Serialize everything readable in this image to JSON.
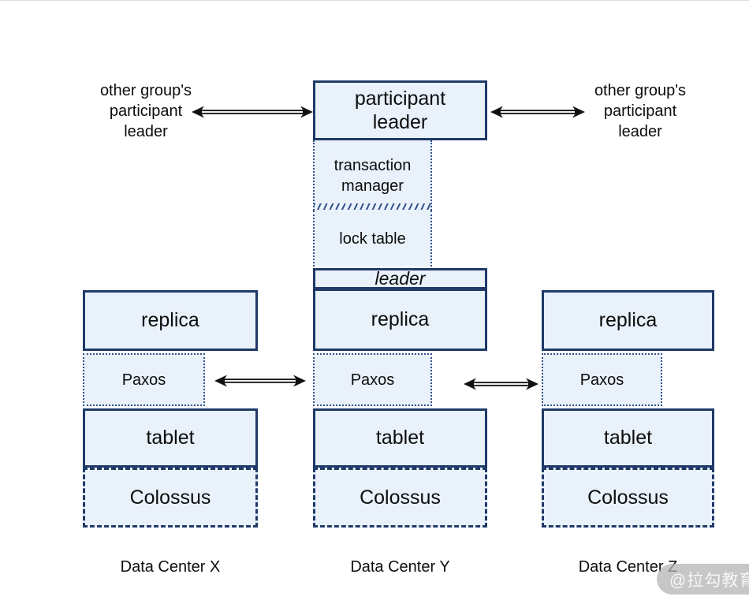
{
  "colors": {
    "box-fill": "#e9f1fb",
    "solid-border": "#1f3a68",
    "dotted-border": "#33518a",
    "text": "#0d0d0d",
    "watermark-bg": "#b2b2b2",
    "watermark-text": "#f5f5f5"
  },
  "top": {
    "left_note": "other group's\nparticipant\nleader",
    "right_note": "other group's\nparticipant\nleader",
    "participant_leader": "participant\nleader",
    "transaction_manager": "transaction\nmanager",
    "lock_table": "lock table"
  },
  "columns": [
    {
      "id": "x",
      "replica": "replica",
      "paxos": "Paxos",
      "tablet": "tablet",
      "storage": "Colossus",
      "label": "Data Center X"
    },
    {
      "id": "y",
      "leader": "leader",
      "replica": "replica",
      "paxos": "Paxos",
      "tablet": "tablet",
      "storage": "Colossus",
      "label": "Data Center Y"
    },
    {
      "id": "z",
      "replica": "replica",
      "paxos": "Paxos",
      "tablet": "tablet",
      "storage": "Colossus",
      "label": "Data Center Z"
    }
  ],
  "watermark": "@拉勾教育"
}
